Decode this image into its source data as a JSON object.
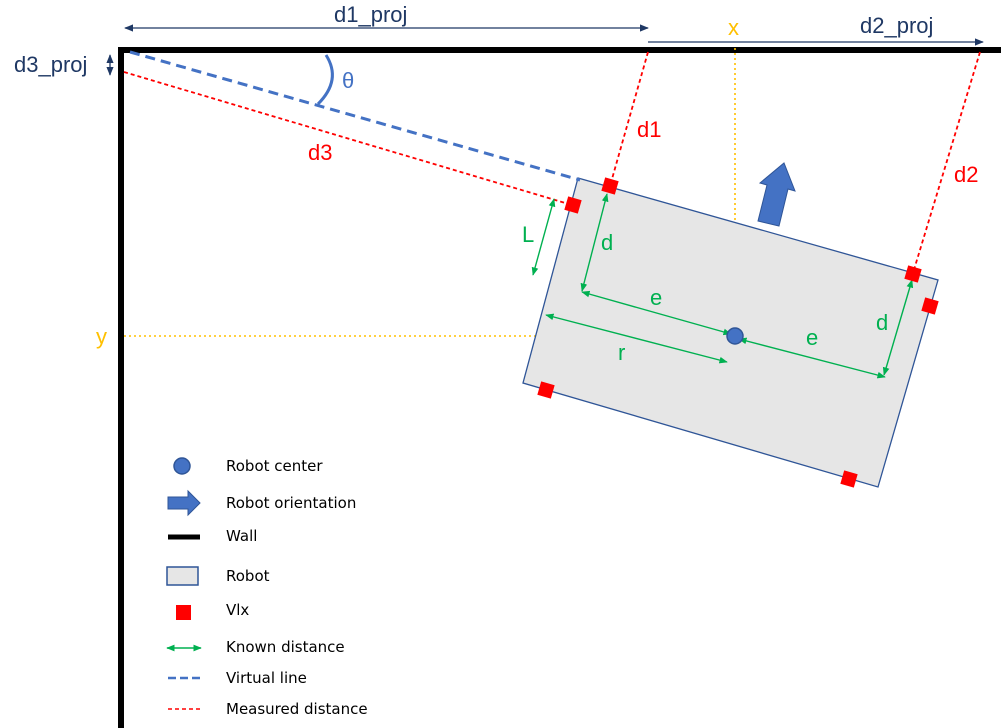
{
  "labels": {
    "d1_proj": "d1_proj",
    "d2_proj": "d2_proj",
    "d3_proj": "d3_proj",
    "x": "x",
    "y": "y",
    "theta": "θ",
    "d1": "d1",
    "d2": "d2",
    "d3": "d3",
    "L": "L",
    "d_left": "d",
    "d_right": "d",
    "e_left": "e",
    "e_right": "e",
    "r": "r"
  },
  "legend": {
    "robot_center": "Robot center",
    "robot_orientation": "Robot orientation",
    "wall": "Wall",
    "robot": "Robot",
    "vlx": "Vlx",
    "known_distance": "Known distance",
    "virtual_line": "Virtual line",
    "measured_distance": "Measured distance"
  },
  "colors": {
    "navy": "#1f3864",
    "red": "#ff0000",
    "green": "#00b050",
    "orange": "#ffc000",
    "blue": "#4472c4",
    "robot_fill": "#e6e6e6",
    "robot_stroke": "#2f5597",
    "wall": "#000000"
  }
}
